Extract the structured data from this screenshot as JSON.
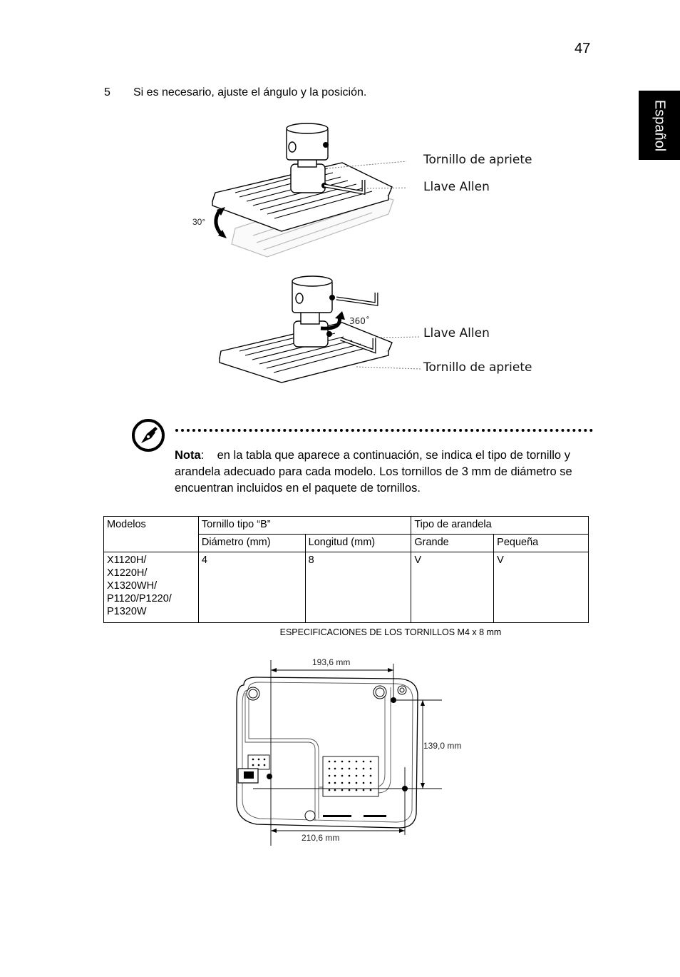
{
  "page_number": "47",
  "side_tab": "Español",
  "step": {
    "number": "5",
    "text": "Si es necesario, ajuste el ángulo y la posición."
  },
  "figure_top": {
    "callouts": [
      "Tornillo de apriete",
      "Llave Allen"
    ],
    "angle_label": "30°"
  },
  "figure_middle": {
    "callouts": [
      "Llave Allen",
      "Tornillo de apriete"
    ],
    "rotation_label": "360˚"
  },
  "note": {
    "label": "Nota",
    "colon": ":",
    "text": "en la tabla que aparece a continuación, se indica el tipo de tornillo y arandela adecuado para cada modelo. Los tornillos de 3 mm de diámetro se encuentran incluidos en el paquete de tornillos."
  },
  "table": {
    "header_models": "Modelos",
    "header_screw": "Tornillo tipo “B”",
    "header_washer": "Tipo de arandela",
    "sub_diameter": "Diámetro (mm)",
    "sub_length": "Longitud (mm)",
    "sub_large": "Grande",
    "sub_small": "Pequeña",
    "row": {
      "models": [
        "X1120H/",
        "X1220H/",
        "X1320WH/",
        "P1120/P1220/",
        "P1320W"
      ],
      "diameter": "4",
      "length": "8",
      "large": "V",
      "small": "V"
    }
  },
  "table_caption": "ESPECIFICACIONES DE LOS TORNILLOS M4 x 8 mm",
  "figure_bottom": {
    "dim_top": "193,6 mm",
    "dim_right": "139,0 mm",
    "dim_bottom": "210,6 mm"
  }
}
